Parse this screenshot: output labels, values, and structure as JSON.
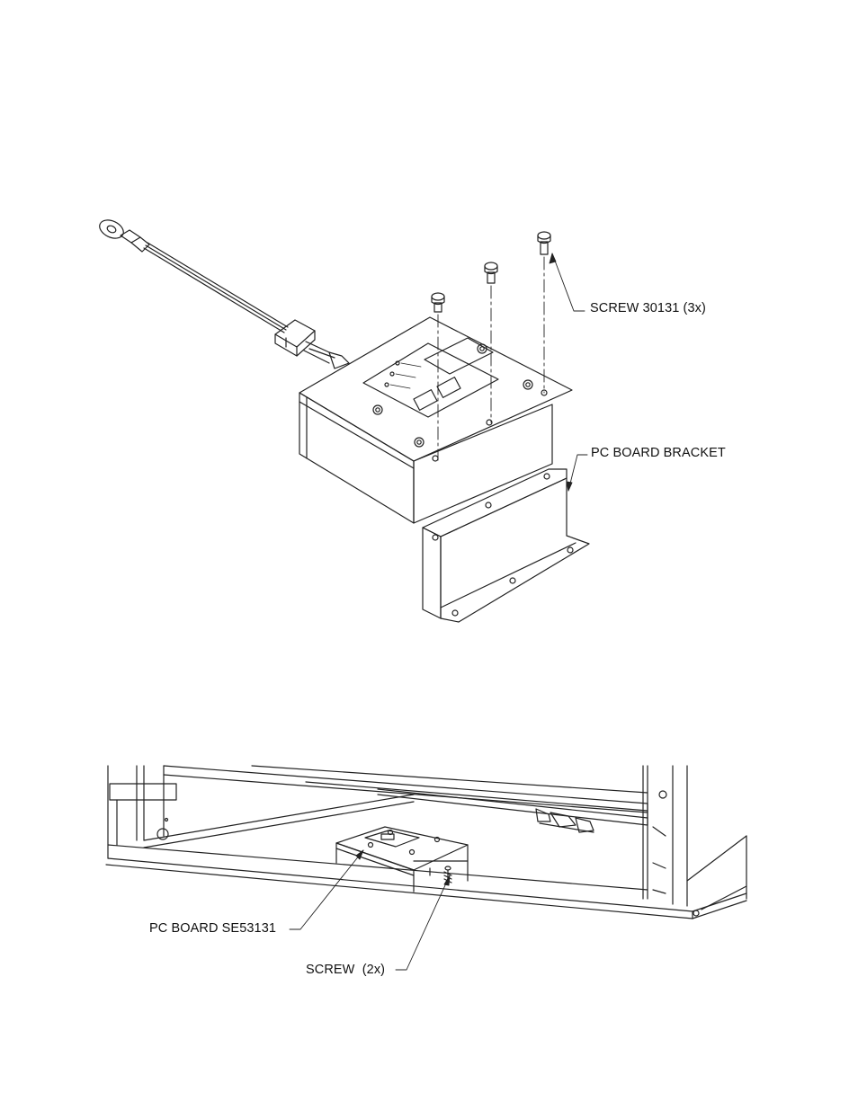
{
  "figure_top": {
    "callouts": {
      "screw_top": "SCREW 30131 (3x)",
      "bracket": "PC BOARD BRACKET"
    }
  },
  "figure_bottom": {
    "callouts": {
      "pc_board": "PC BOARD SE53131",
      "screw_bottom": "SCREW  (2x)"
    }
  }
}
